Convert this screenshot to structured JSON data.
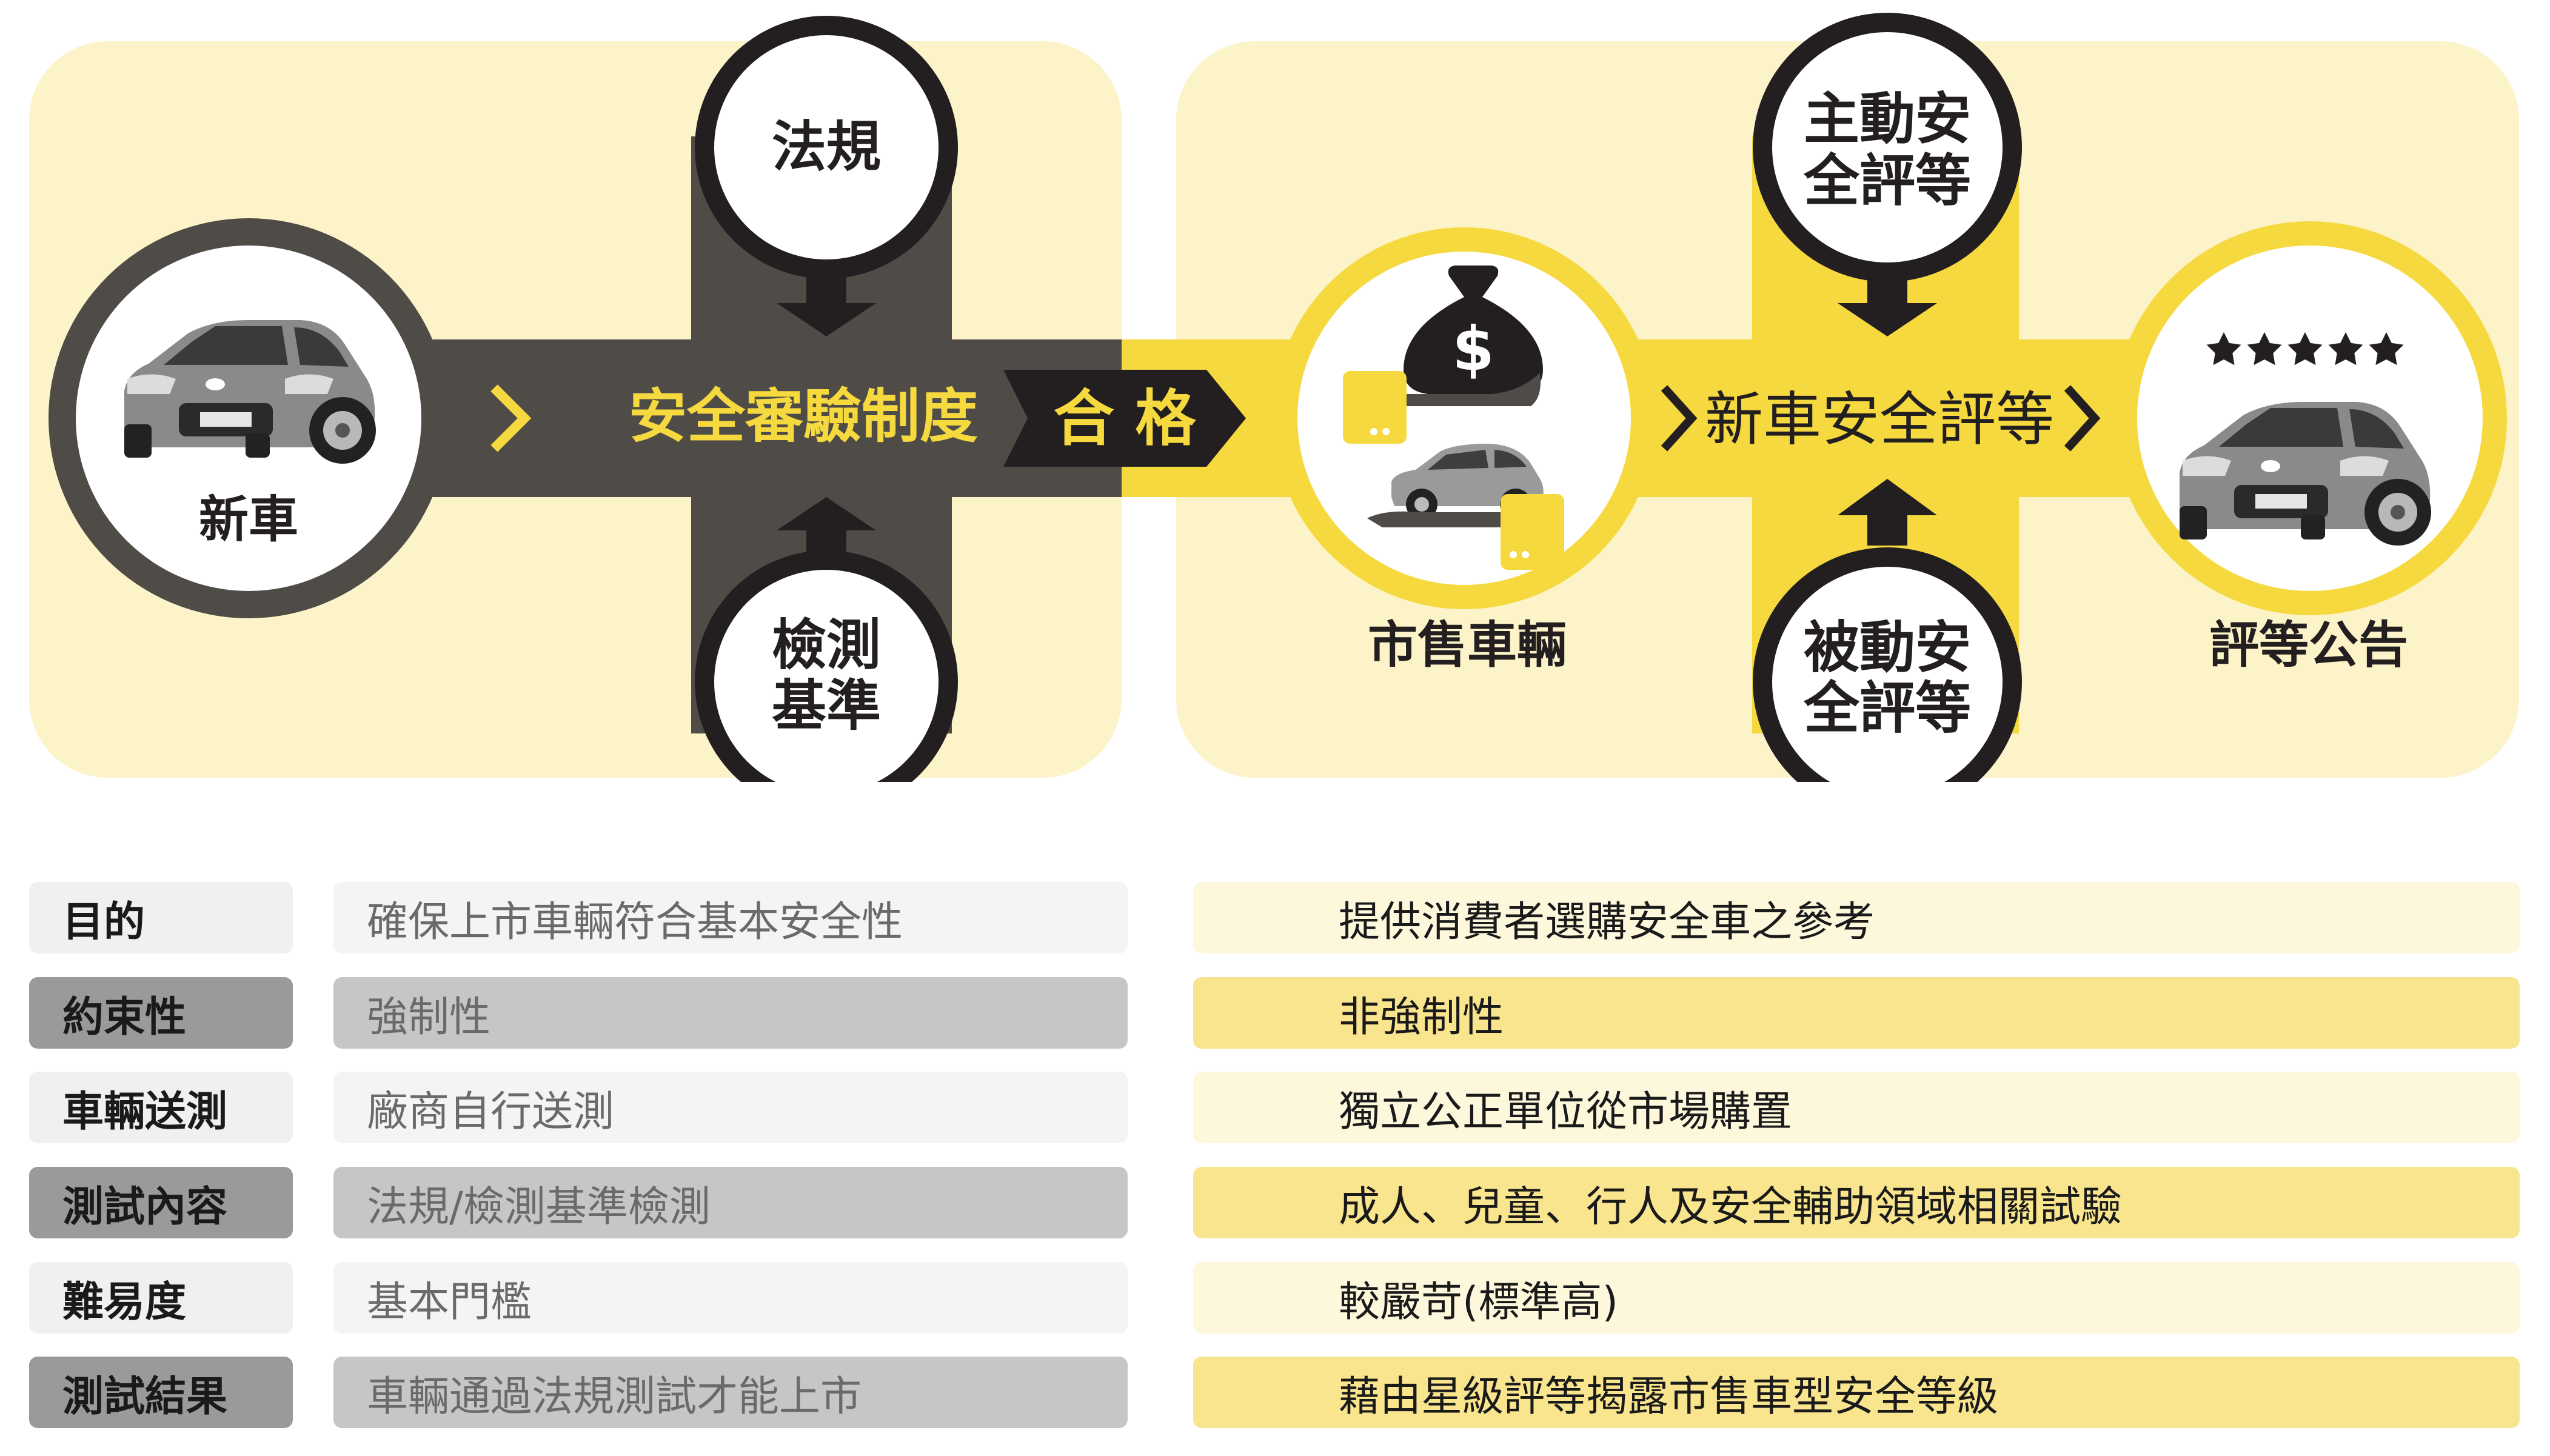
{
  "diagram": {
    "new_car": "新車",
    "regulation": "法規",
    "test_standard": [
      "檢測",
      "基準"
    ],
    "safety_system": "安全審驗制度",
    "pass": "合 格",
    "market_vehicle": "市售車輛",
    "active_rating": [
      "主動安",
      "全評等"
    ],
    "passive_rating": [
      "被動安",
      "全評等"
    ],
    "ncap": "新車安全評等",
    "announcement": "評等公告",
    "stars": "★★★★★",
    "icons": [
      "car-icon",
      "money-bag-icon",
      "dollar-icon",
      "hand-icon",
      "star-icon",
      "arrow-down-icon",
      "arrow-up-icon",
      "chevron-right-icon"
    ]
  },
  "table": {
    "rows": [
      {
        "label": "目的",
        "left": "確保上市車輛符合基本安全性",
        "right": "提供消費者選購安全車之參考"
      },
      {
        "label": "約束性",
        "left": "強制性",
        "right": "非強制性"
      },
      {
        "label": "車輛送測",
        "left": "廠商自行送測",
        "right": "獨立公正單位從市場購置"
      },
      {
        "label": "測試內容",
        "left": "法規/檢測基準檢測",
        "right": "成人、兒童、行人及安全輔助領域相關試驗"
      },
      {
        "label": "難易度",
        "left": "基本門檻",
        "right": "較嚴苛(標準高)"
      },
      {
        "label": "測試結果",
        "left": "車輛通過法規測試才能上市",
        "right": "藉由星級評等揭露市售車型安全等級"
      }
    ]
  },
  "colors": {
    "yellow": "#f5d93e",
    "light_yellow": "#fcf3c8",
    "dark_gray": "#4f4c48",
    "black": "#231f20"
  }
}
